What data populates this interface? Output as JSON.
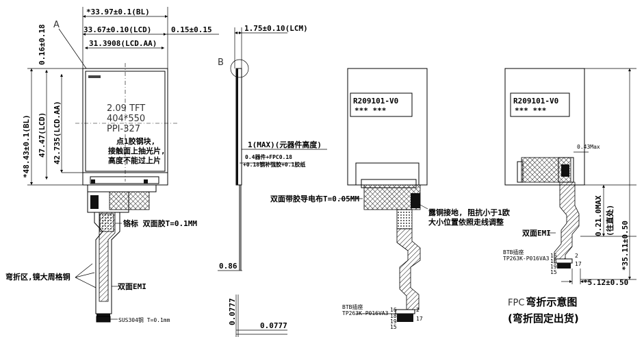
{
  "front_view": {
    "dim_bl_width": "*33.97±0.1(BL)",
    "dim_lcd_width": "33.67±0.10(LCD)",
    "dim_right_offset": "0.15±0.15",
    "dim_aa_width": "31.3908(LCD.AA)",
    "dim_top_offset": "0.16±0.18",
    "dim_bl_height": "*48.43±0.1(BL)",
    "dim_lcd_height": "47.47(LCD)",
    "dim_aa_height": "42.735(LCD.AA)",
    "label_a": "A",
    "screen_text_1": "2.09 TFT",
    "screen_text_2": "404*550",
    "screen_text_3": "PPI-327",
    "note_line_1": "点1胶钢块,",
    "note_line_2": "接触面上抽光片,",
    "note_line_3": "高度不能过上片",
    "label_tape": "铬标 双面胶T=0.1MM",
    "label_bend": "弯折区,镜大周格铜",
    "label_emi": "双面EMI",
    "label_sus": "SUS304钢 T=0.1mm"
  },
  "side_view": {
    "dim_thickness": "1.75±0.10(LCM)",
    "label_b": "B",
    "dim_max": "1(MAX)(元器件高度)",
    "note_a": "0.4器件+FPC0.18",
    "note_b": "+0.18钢补强胶+0.1胶纸",
    "dim_086": "0.86",
    "dim_0777_v": "0.0777",
    "dim_0777_h": "0.0777"
  },
  "back_view": {
    "label_code": "R209101-V0",
    "label_stars": "***  ***",
    "label_tape": "双面带胶导电布T=0.05MM",
    "label_ground_1": "露铜接地, 阻抗小于1欧",
    "label_ground_2": "大小位置依照走线调整",
    "conn_part_1": "BTB插座",
    "conn_part_2": "TP263K-P016VA3",
    "pin_16": "16",
    "pin_18": "18",
    "pin_2": "2",
    "pin_19": "19",
    "pin_17": "17",
    "pin_15": "15"
  },
  "bend_view": {
    "label_code": "R209101-V0",
    "label_stars": "***  ***",
    "dim_small": "0.43Max",
    "dim_021": "0.21.0MAX",
    "dim_021_note": "(往直处)",
    "dim_3511": "*35.11±0.50",
    "dim_512": "*5.12±0.50",
    "label_emi": "双面EMI",
    "conn_part_1": "BTB插座",
    "conn_part_2": "TP263K-P016VA3",
    "pin_16": "16",
    "pin_18": "18",
    "pin_2": "2",
    "pin_19": "19",
    "pin_17": "17",
    "pin_15": "15",
    "caption_line_1_prefix": "FPC",
    "caption_line_1": "弯折示意图",
    "caption_line_2": "(弯折固定出货)"
  }
}
